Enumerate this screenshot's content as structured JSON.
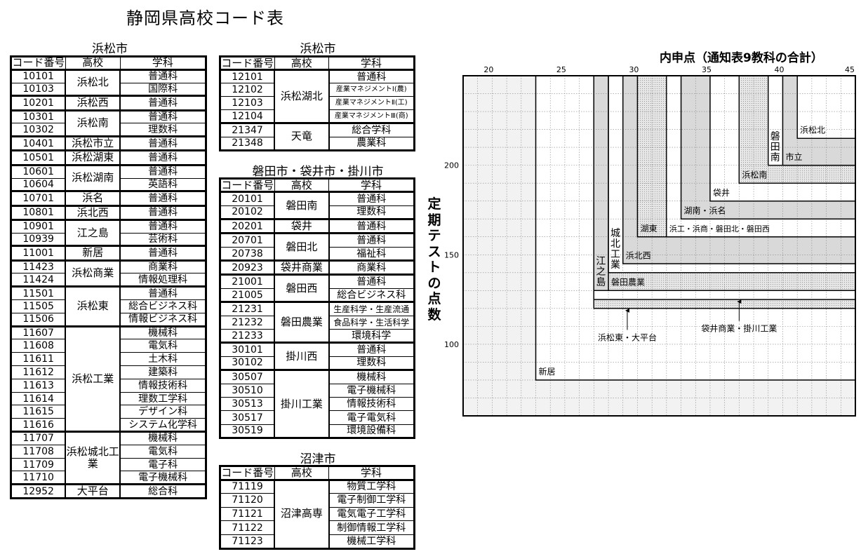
{
  "title": "静岡県高校コード表",
  "headers": {
    "code": "コード番号",
    "school": "高校",
    "dept": "学科"
  },
  "tables": [
    {
      "city": "浜松市",
      "groups": [
        {
          "school": "浜松北",
          "rows": [
            [
              "10101",
              "普通科"
            ],
            [
              "10103",
              "国際科"
            ]
          ]
        },
        {
          "school": "浜松西",
          "rows": [
            [
              "10201",
              "普通科"
            ]
          ]
        },
        {
          "school": "浜松南",
          "rows": [
            [
              "10301",
              "普通科"
            ],
            [
              "10302",
              "理数科"
            ]
          ]
        },
        {
          "school": "浜松市立",
          "rows": [
            [
              "10401",
              "普通科"
            ]
          ]
        },
        {
          "school": "浜松湖東",
          "rows": [
            [
              "10501",
              "普通科"
            ]
          ]
        },
        {
          "school": "浜松湖南",
          "rows": [
            [
              "10601",
              "普通科"
            ],
            [
              "10604",
              "英語科"
            ]
          ]
        },
        {
          "school": "浜名",
          "rows": [
            [
              "10701",
              "普通科"
            ]
          ]
        },
        {
          "school": "浜北西",
          "rows": [
            [
              "10801",
              "普通科"
            ]
          ]
        },
        {
          "school": "江之島",
          "rows": [
            [
              "10901",
              "普通科"
            ],
            [
              "10939",
              "芸術科"
            ]
          ]
        },
        {
          "school": "新居",
          "rows": [
            [
              "11001",
              "普通科"
            ]
          ]
        },
        {
          "school": "浜松商業",
          "rows": [
            [
              "11423",
              "商業科"
            ],
            [
              "11424",
              "情報処理科"
            ]
          ]
        },
        {
          "school": "浜松東",
          "rows": [
            [
              "11501",
              "普通科"
            ],
            [
              "11505",
              "総合ビジネス科"
            ],
            [
              "11506",
              "情報ビジネス科"
            ]
          ]
        },
        {
          "school": "浜松工業",
          "rows": [
            [
              "11607",
              "機械科"
            ],
            [
              "11608",
              "電気科"
            ],
            [
              "11611",
              "土木科"
            ],
            [
              "11612",
              "建築科"
            ],
            [
              "11613",
              "情報技術科"
            ],
            [
              "11614",
              "理数工学科"
            ],
            [
              "11615",
              "デザイン科"
            ],
            [
              "11616",
              "システム化学科"
            ]
          ]
        },
        {
          "school": "浜松城北工業",
          "rows": [
            [
              "11707",
              "機械科"
            ],
            [
              "11708",
              "電気科"
            ],
            [
              "11709",
              "電子科"
            ],
            [
              "11710",
              "電子機械科"
            ]
          ]
        },
        {
          "school": "大平台",
          "rows": [
            [
              "12952",
              "総合科"
            ]
          ]
        }
      ]
    },
    {
      "city": "浜松市",
      "groups": [
        {
          "school": "浜松湖北",
          "rows": [
            [
              "12101",
              "普通科"
            ],
            [
              "12102",
              "産業マネジメントⅠ(農)"
            ],
            [
              "12103",
              "産業マネジメントⅡ(工)"
            ],
            [
              "12104",
              "産業マネジメントⅢ(商)"
            ]
          ]
        },
        {
          "school": "天竜",
          "rows": [
            [
              "21347",
              "総合学科"
            ],
            [
              "21348",
              "農業科"
            ]
          ]
        }
      ]
    },
    {
      "city": "磐田市・袋井市・掛川市",
      "groups": [
        {
          "school": "磐田南",
          "rows": [
            [
              "20101",
              "普通科"
            ],
            [
              "20102",
              "理数科"
            ]
          ]
        },
        {
          "school": "袋井",
          "rows": [
            [
              "20201",
              "普通科"
            ]
          ]
        },
        {
          "school": "磐田北",
          "rows": [
            [
              "20701",
              "普通科"
            ],
            [
              "20738",
              "福祉科"
            ]
          ]
        },
        {
          "school": "袋井商業",
          "rows": [
            [
              "20923",
              "商業科"
            ]
          ]
        },
        {
          "school": "磐田西",
          "rows": [
            [
              "21001",
              "普通科"
            ],
            [
              "21005",
              "総合ビジネス科"
            ]
          ]
        },
        {
          "school": "磐田農業",
          "rows": [
            [
              "21231",
              "生産科学・生産流通"
            ],
            [
              "21232",
              "食品科学・生活科学"
            ],
            [
              "21233",
              "環境科学"
            ]
          ]
        },
        {
          "school": "掛川西",
          "rows": [
            [
              "30101",
              "普通科"
            ],
            [
              "30102",
              "理数科"
            ]
          ]
        },
        {
          "school": "掛川工業",
          "rows": [
            [
              "30507",
              "機械科"
            ],
            [
              "30510",
              "電子機械科"
            ],
            [
              "30513",
              "情報技術科"
            ],
            [
              "30517",
              "電子電気科"
            ],
            [
              "30519",
              "環境設備科"
            ]
          ]
        }
      ]
    },
    {
      "city": "沼津市",
      "groups": [
        {
          "school": "沼津高専",
          "rows": [
            [
              "71119",
              "物質工学科"
            ],
            [
              "71120",
              "電子制御工学科"
            ],
            [
              "71121",
              "電気電子工学科"
            ],
            [
              "71122",
              "制御情報工学科"
            ],
            [
              "71123",
              "機械工学科"
            ]
          ]
        }
      ]
    }
  ],
  "chart_data": {
    "type": "area",
    "title": "内申点（通知表9教科の合計）",
    "xlabel": "内申点（通知表9教科の合計）",
    "ylabel": "定期テストの点数",
    "xlim": [
      18,
      45
    ],
    "ylim": [
      60,
      250
    ],
    "xticks": [
      20,
      25,
      30,
      35,
      40,
      45
    ],
    "yticks": [
      100,
      150,
      200
    ],
    "grid": true,
    "colors": {
      "white": "#ffffff",
      "gray": "#d9d9d9",
      "light": "#f2f2f2",
      "dotted": "#e6e6e6",
      "dot": "#9a9a9a"
    },
    "regions": [
      {
        "label": "新居",
        "x": 23,
        "y": 80,
        "fill": "white"
      },
      {
        "label": "",
        "x": 27,
        "y": 120,
        "fill": "dotted"
      },
      {
        "label": "",
        "x": 27,
        "y": 125,
        "fill": "white"
      },
      {
        "label": "江之島",
        "x": 27,
        "y": 130,
        "fill": "gray",
        "vertical": true
      },
      {
        "label": "磐田農業",
        "x": 28,
        "y": 130,
        "fill": "dotted"
      },
      {
        "label": "城北工業",
        "x": 28,
        "y": 140,
        "fill": "white",
        "vertical": true
      },
      {
        "label": "浜北西",
        "x": 29,
        "y": 145,
        "fill": "gray"
      },
      {
        "label": "湖東",
        "x": 30,
        "y": 160,
        "fill": "dotted"
      },
      {
        "label": "浜工・浜商・磐田北・磐田西",
        "x": 32,
        "y": 160,
        "fill": "white"
      },
      {
        "label": "湖南・浜名",
        "x": 33,
        "y": 170,
        "fill": "gray"
      },
      {
        "label": "袋井",
        "x": 35,
        "y": 180,
        "fill": "white"
      },
      {
        "label": "浜松南",
        "x": 37,
        "y": 190,
        "fill": "dotted"
      },
      {
        "label": "磐田南",
        "x": 39,
        "y": 200,
        "fill": "white",
        "vertical": true
      },
      {
        "label": "市立",
        "x": 40,
        "y": 200,
        "fill": "gray"
      },
      {
        "label": "浜松北",
        "x": 41,
        "y": 215,
        "fill": "white"
      }
    ],
    "annotations": [
      {
        "label": "浜松東・大平台",
        "x": 29.3,
        "y": 120,
        "to_y": 108
      },
      {
        "label": "袋井商業・掛川工業",
        "x": 37,
        "y": 125,
        "to_y": 113
      }
    ]
  }
}
